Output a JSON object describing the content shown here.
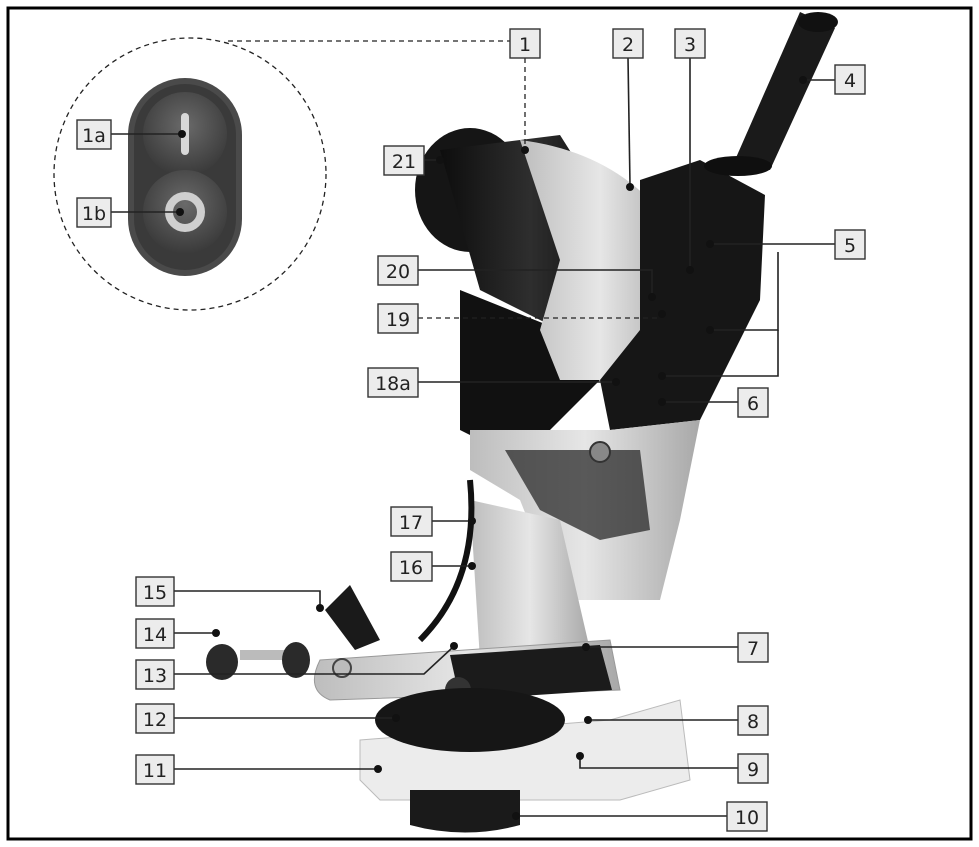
{
  "callouts": [
    {
      "id": "1",
      "label": "1"
    },
    {
      "id": "1a",
      "label": "1a"
    },
    {
      "id": "1b",
      "label": "1b"
    },
    {
      "id": "2",
      "label": "2"
    },
    {
      "id": "3",
      "label": "3"
    },
    {
      "id": "4",
      "label": "4"
    },
    {
      "id": "5",
      "label": "5"
    },
    {
      "id": "6",
      "label": "6"
    },
    {
      "id": "7",
      "label": "7"
    },
    {
      "id": "8",
      "label": "8"
    },
    {
      "id": "9",
      "label": "9"
    },
    {
      "id": "10",
      "label": "10"
    },
    {
      "id": "11",
      "label": "11"
    },
    {
      "id": "12",
      "label": "12"
    },
    {
      "id": "13",
      "label": "13"
    },
    {
      "id": "14",
      "label": "14"
    },
    {
      "id": "15",
      "label": "15"
    },
    {
      "id": "16",
      "label": "16"
    },
    {
      "id": "17",
      "label": "17"
    },
    {
      "id": "18a",
      "label": "18a"
    },
    {
      "id": "19",
      "label": "19"
    },
    {
      "id": "20",
      "label": "20"
    },
    {
      "id": "21",
      "label": "21"
    }
  ],
  "colors": {
    "frame": "#000000",
    "device_dark": "#1c1c1c",
    "device_light": "#d9d9d9",
    "label_box": "#ececec"
  }
}
